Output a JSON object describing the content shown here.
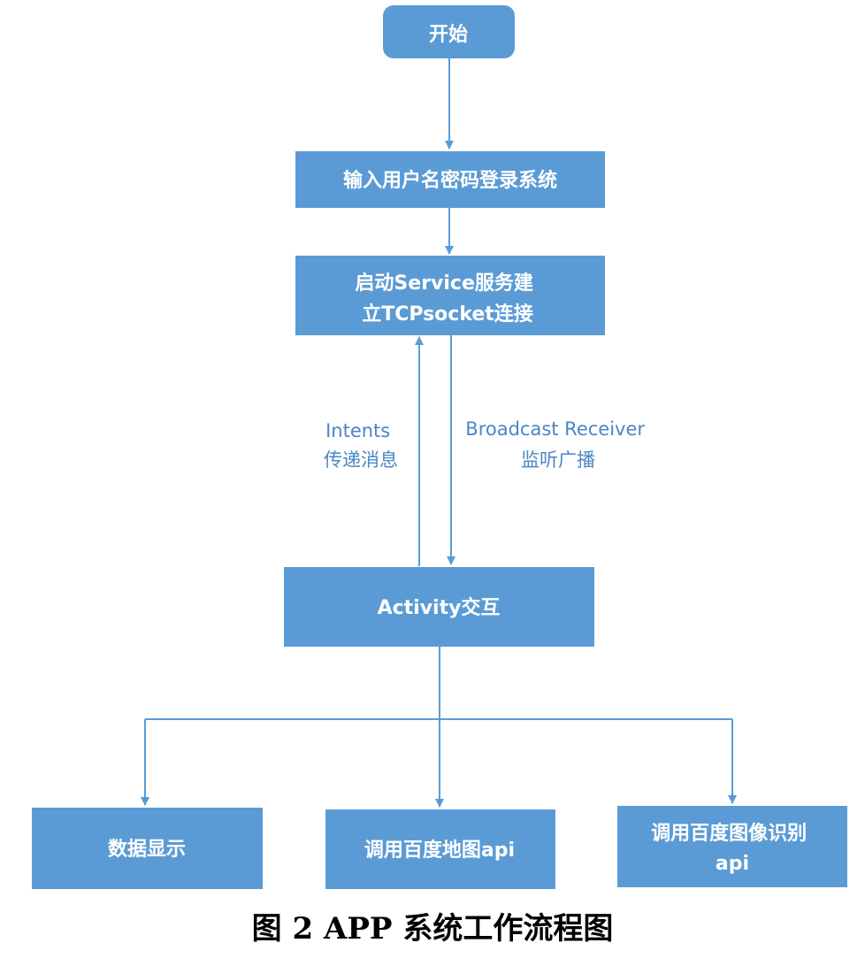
{
  "nodes": {
    "start": {
      "lines": [
        "开始"
      ]
    },
    "login": {
      "lines": [
        "输入用户名密码登录系统"
      ]
    },
    "service": {
      "lines": [
        "启动Service服务建",
        "立TCPsocket连接"
      ]
    },
    "activity": {
      "lines": [
        "Activity交互"
      ]
    },
    "data_display": {
      "lines": [
        "数据显示"
      ]
    },
    "baidu_map": {
      "lines": [
        "调用百度地图api"
      ]
    },
    "baidu_image": {
      "lines": [
        "调用百度图像识别",
        "api"
      ]
    }
  },
  "edge_labels": {
    "intents": {
      "lines": [
        "Intents",
        "传递消息"
      ]
    },
    "broadcast": {
      "lines": [
        "Broadcast Receiver",
        "监听广播"
      ]
    }
  },
  "caption": "图 2   APP 系统工作流程图",
  "colors": {
    "node_fill": "#5b9bd5",
    "edge": "#5b9bd5",
    "label": "#4a86c5"
  }
}
